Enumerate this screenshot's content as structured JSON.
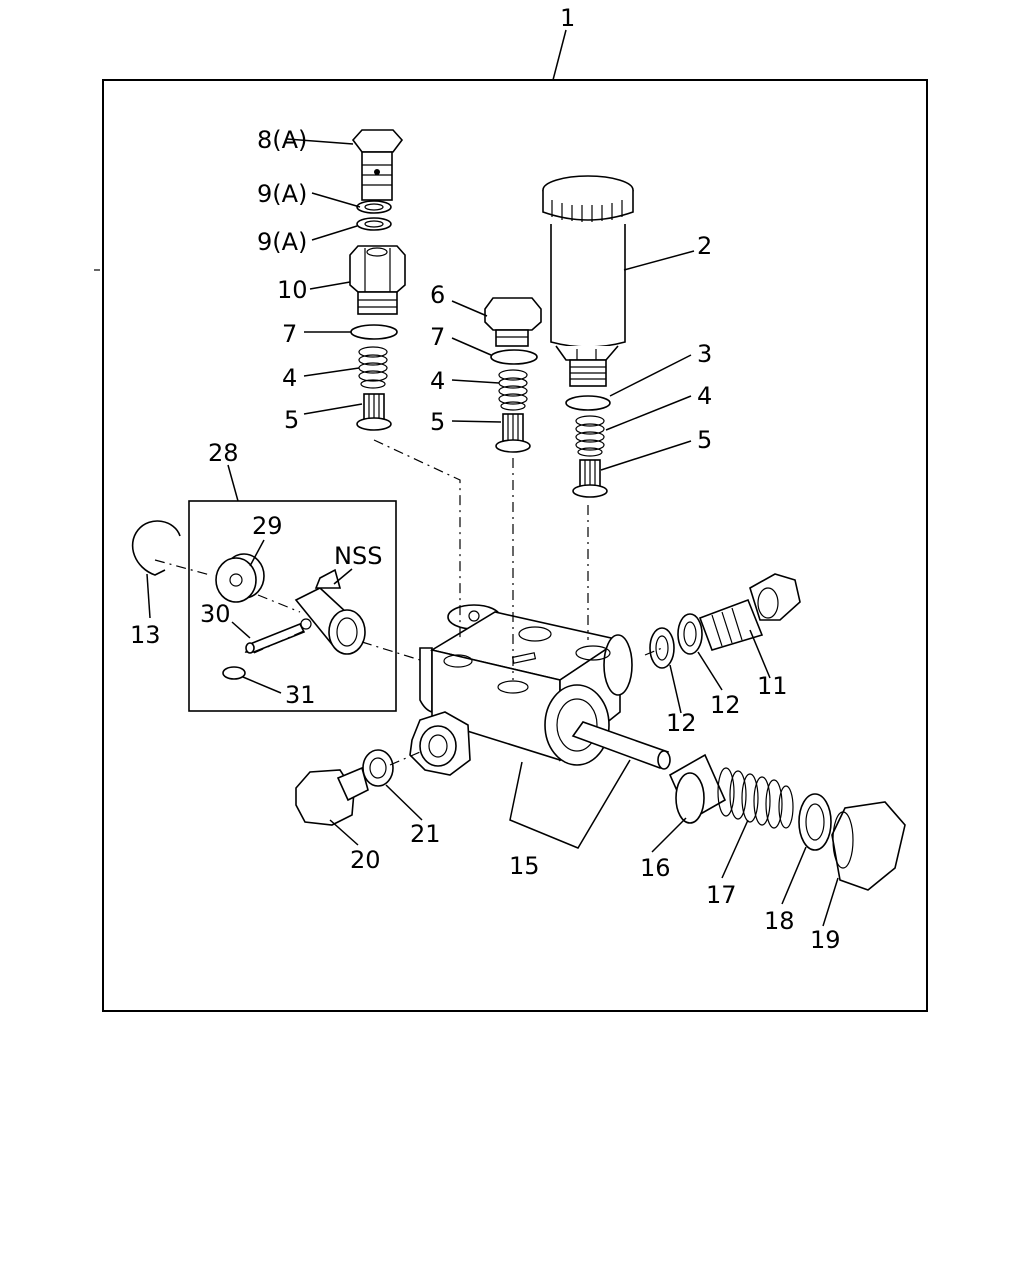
{
  "callouts": {
    "c1": "1",
    "c2": "2",
    "c3": "3",
    "c4a": "4",
    "c4b": "4",
    "c4c": "4",
    "c5a": "5",
    "c5b": "5",
    "c5c": "5",
    "c6": "6",
    "c7a": "7",
    "c7b": "7",
    "c8": "8(A)",
    "c9a": "9(A)",
    "c9b": "9(A)",
    "c10": "10",
    "c11": "11",
    "c12a": "12",
    "c12b": "12",
    "c13": "13",
    "c15": "15",
    "c16": "16",
    "c17": "17",
    "c18": "18",
    "c19": "19",
    "c20": "20",
    "c21": "21",
    "c28": "28",
    "c29": "29",
    "c30": "30",
    "c31": "31",
    "nss": "NSS"
  }
}
